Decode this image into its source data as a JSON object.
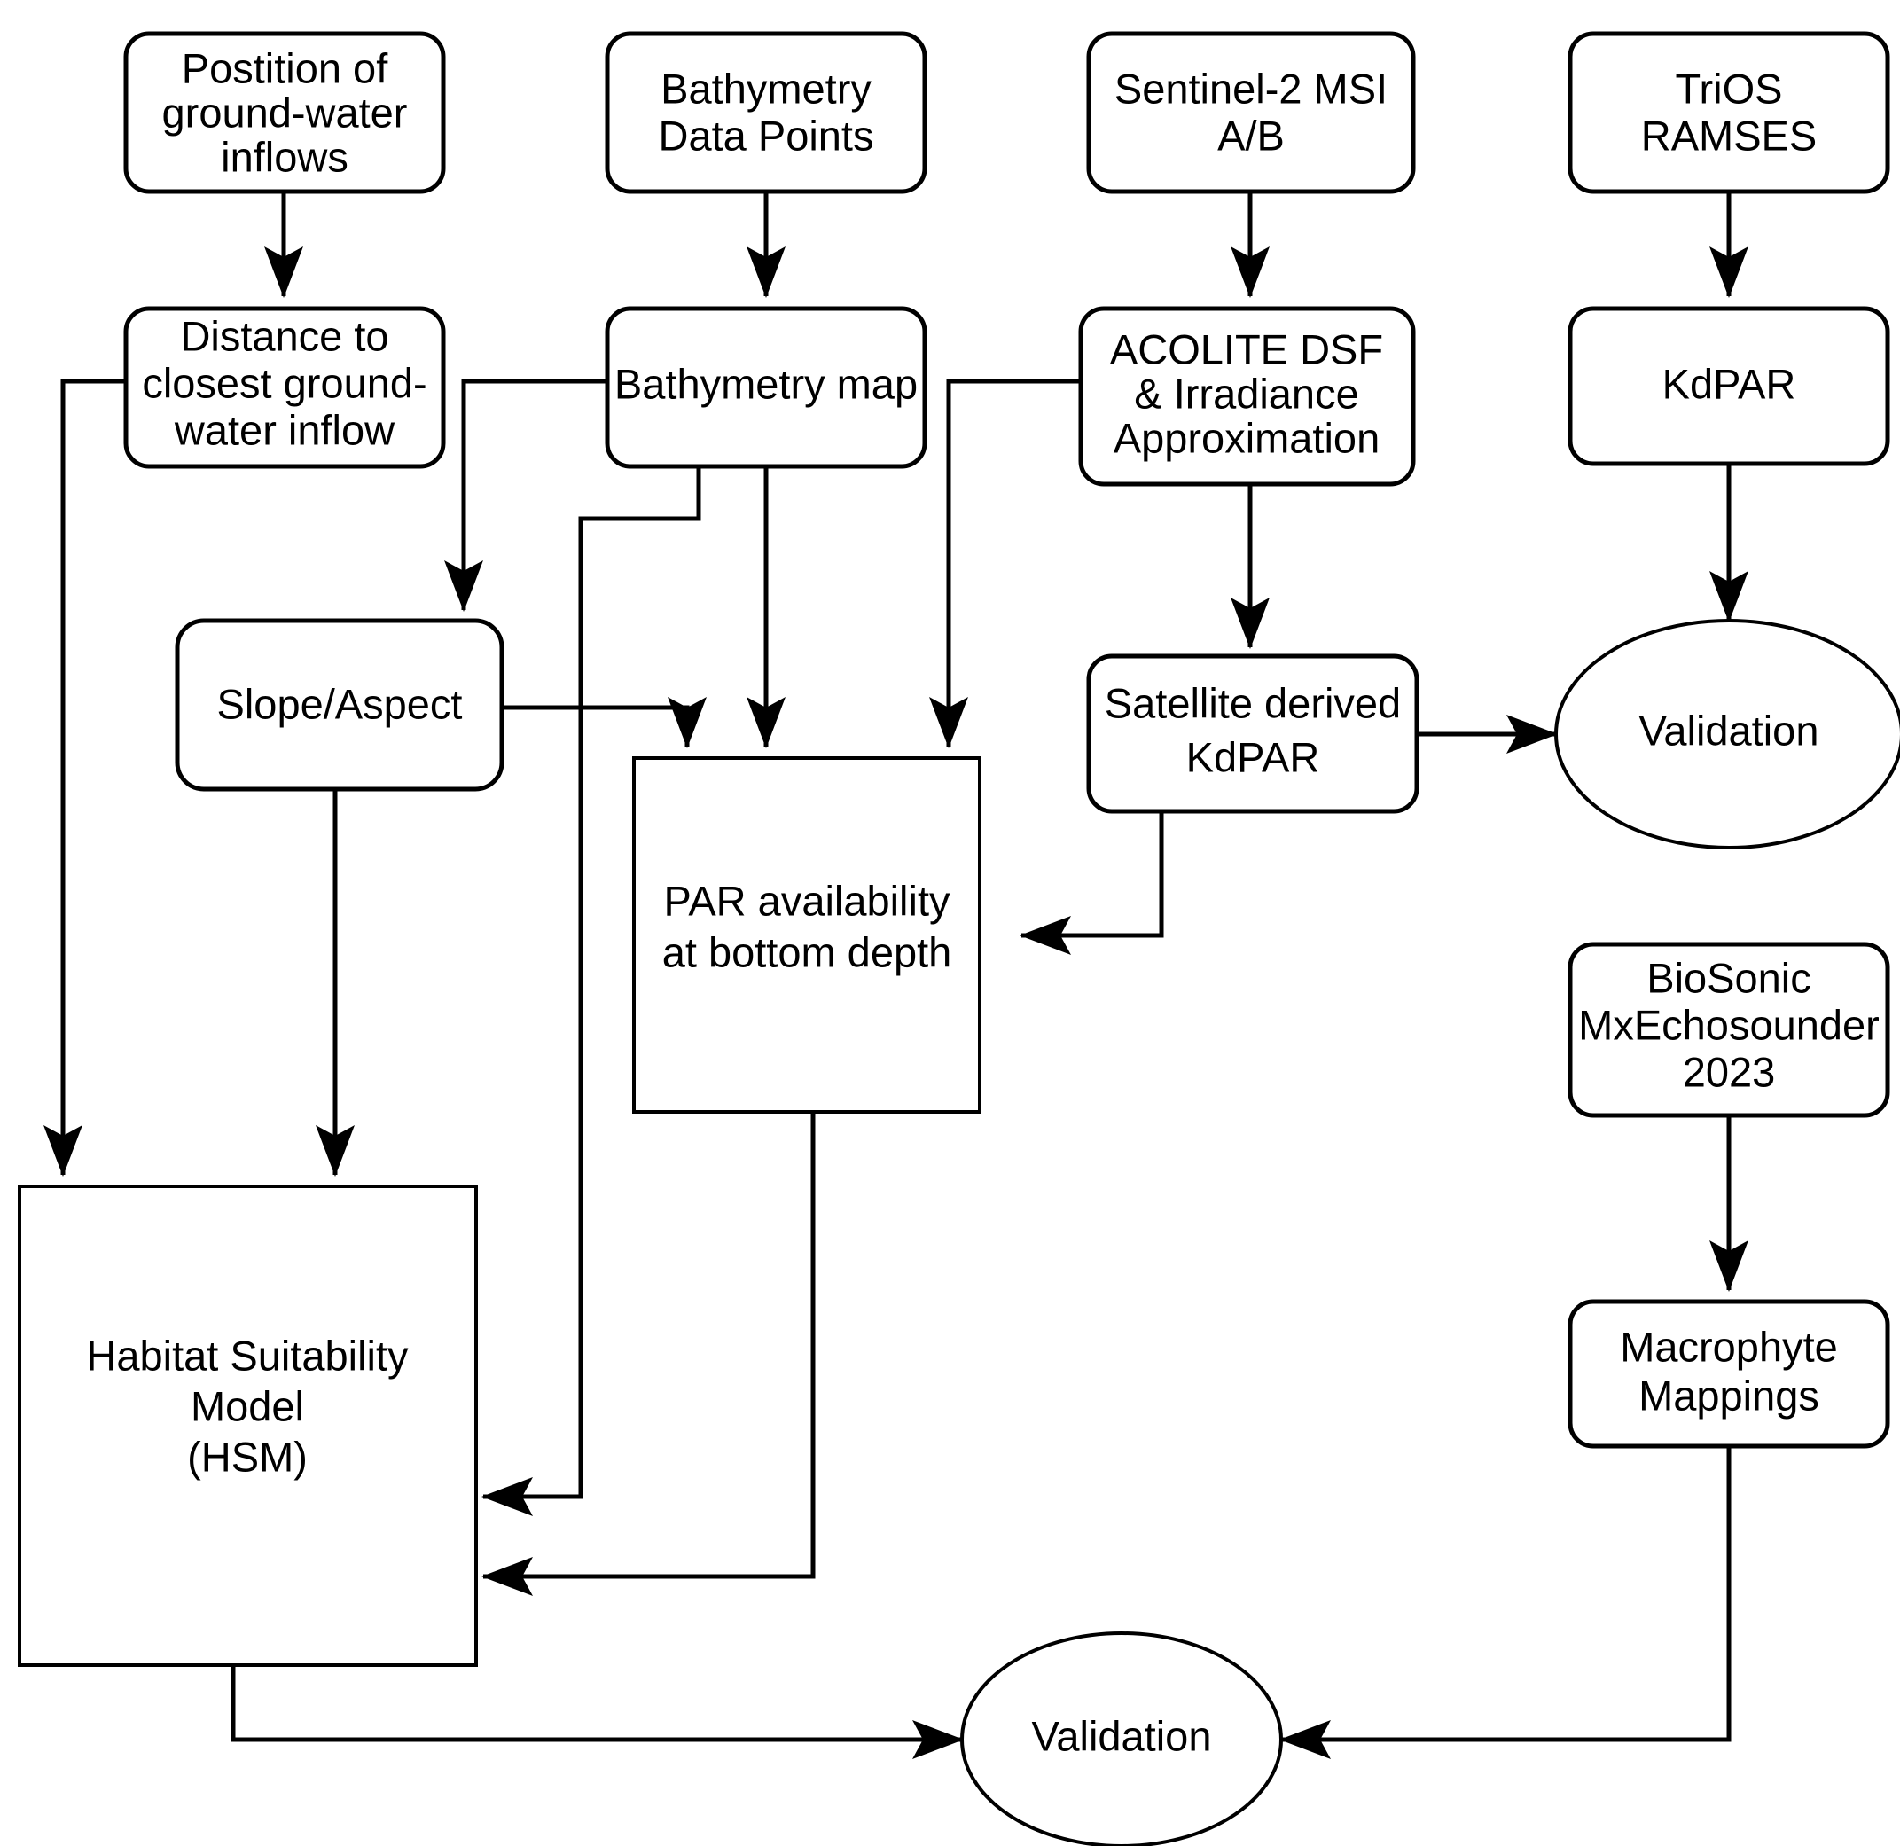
{
  "diagram": {
    "type": "flowchart",
    "title": "Macrophyte habitat suitability modelling workflow",
    "background_color": "#ffffff",
    "line_color": "#000000",
    "text_color": "#000000",
    "nodes": [
      {
        "id": "position-groundwater-inflows",
        "shape": "rounded-rect",
        "lines": [
          "Postition of",
          "ground-water",
          "inflows"
        ]
      },
      {
        "id": "bathymetry-data-points",
        "shape": "rounded-rect",
        "lines": [
          "Bathymetry",
          "Data Points"
        ]
      },
      {
        "id": "sentinel-2-msi",
        "shape": "rounded-rect",
        "lines": [
          "Sentinel-2 MSI",
          "A/B"
        ]
      },
      {
        "id": "trios-ramses",
        "shape": "rounded-rect",
        "lines": [
          "TriOS",
          "RAMSES"
        ]
      },
      {
        "id": "distance-closest-inflow",
        "shape": "rounded-rect",
        "lines": [
          "Distance to",
          "closest ground-",
          "water inflow"
        ]
      },
      {
        "id": "bathymetry-map",
        "shape": "rounded-rect",
        "lines": [
          "Bathymetry map"
        ]
      },
      {
        "id": "acolite-dsf",
        "shape": "rounded-rect",
        "lines": [
          "ACOLITE DSF",
          "& Irradiance",
          "Approximation"
        ]
      },
      {
        "id": "kdpar",
        "shape": "rounded-rect",
        "lines": [
          "KdPAR"
        ]
      },
      {
        "id": "slope-aspect",
        "shape": "rounded-rect",
        "lines": [
          "Slope/Aspect"
        ]
      },
      {
        "id": "par-availability",
        "shape": "rect",
        "lines": [
          "PAR availability",
          "at bottom depth"
        ]
      },
      {
        "id": "satellite-derived-kdpar",
        "shape": "rounded-rect",
        "lines": [
          "Satellite derived",
          "KdPAR"
        ]
      },
      {
        "id": "validation-top",
        "shape": "ellipse",
        "lines": [
          "Validation"
        ]
      },
      {
        "id": "biosonic-mxechosounder",
        "shape": "rounded-rect",
        "lines": [
          "BioSonic",
          "MxEchosounder",
          "2023"
        ]
      },
      {
        "id": "habitat-suitability-model",
        "shape": "rect",
        "lines": [
          "Habitat Suitability",
          "Model",
          "(HSM)"
        ]
      },
      {
        "id": "macrophyte-mappings",
        "shape": "rounded-rect",
        "lines": [
          "Macrophyte",
          "Mappings"
        ]
      },
      {
        "id": "validation-bottom",
        "shape": "ellipse",
        "lines": [
          "Validation"
        ]
      }
    ],
    "edges": [
      {
        "from": "position-groundwater-inflows",
        "to": "distance-closest-inflow",
        "arrow": true
      },
      {
        "from": "bathymetry-data-points",
        "to": "bathymetry-map",
        "arrow": true
      },
      {
        "from": "sentinel-2-msi",
        "to": "acolite-dsf",
        "arrow": true
      },
      {
        "from": "trios-ramses",
        "to": "kdpar",
        "arrow": true
      },
      {
        "from": "distance-closest-inflow",
        "to": "habitat-suitability-model",
        "arrow": true
      },
      {
        "from": "bathymetry-map",
        "to": "slope-aspect",
        "arrow": true
      },
      {
        "from": "bathymetry-map",
        "to": "par-availability",
        "arrow": true
      },
      {
        "from": "bathymetry-map",
        "to": "habitat-suitability-model",
        "arrow": true
      },
      {
        "from": "acolite-dsf",
        "to": "par-availability",
        "arrow": true
      },
      {
        "from": "acolite-dsf",
        "to": "satellite-derived-kdpar",
        "arrow": true
      },
      {
        "from": "kdpar",
        "to": "validation-top",
        "arrow": true
      },
      {
        "from": "slope-aspect",
        "to": "par-availability",
        "arrow": true
      },
      {
        "from": "slope-aspect",
        "to": "habitat-suitability-model",
        "arrow": true
      },
      {
        "from": "satellite-derived-kdpar",
        "to": "validation-top",
        "arrow": true
      },
      {
        "from": "satellite-derived-kdpar",
        "to": "par-availability",
        "arrow": true
      },
      {
        "from": "par-availability",
        "to": "habitat-suitability-model",
        "arrow": true
      },
      {
        "from": "biosonic-mxechosounder",
        "to": "macrophyte-mappings",
        "arrow": true
      },
      {
        "from": "habitat-suitability-model",
        "to": "validation-bottom",
        "arrow": true
      },
      {
        "from": "macrophyte-mappings",
        "to": "validation-bottom",
        "arrow": true
      }
    ]
  },
  "labels": {
    "position_groundwater_inflows_l1": "Postition of",
    "position_groundwater_inflows_l2": "ground-water",
    "position_groundwater_inflows_l3": "inflows",
    "bathymetry_data_points_l1": "Bathymetry",
    "bathymetry_data_points_l2": "Data Points",
    "sentinel_l1": "Sentinel-2 MSI",
    "sentinel_l2": "A/B",
    "trios_l1": "TriOS",
    "trios_l2": "RAMSES",
    "distance_l1": "Distance to",
    "distance_l2": "closest ground-",
    "distance_l3": "water inflow",
    "bathymetry_map_l1": "Bathymetry map",
    "acolite_l1": "ACOLITE DSF",
    "acolite_l2": "& Irradiance",
    "acolite_l3": "Approximation",
    "kdpar_l1": "KdPAR",
    "slope_aspect_l1": "Slope/Aspect",
    "par_l1": "PAR availability",
    "par_l2": "at bottom depth",
    "sat_kdpar_l1": "Satellite derived",
    "sat_kdpar_l2": "KdPAR",
    "validation_top_l1": "Validation",
    "biosonic_l1": "BioSonic",
    "biosonic_l2": "MxEchosounder",
    "biosonic_l3": "2023",
    "hsm_l1": "Habitat Suitability",
    "hsm_l2": "Model",
    "hsm_l3": "(HSM)",
    "macrophyte_l1": "Macrophyte",
    "macrophyte_l2": "Mappings",
    "validation_bottom_l1": "Validation"
  }
}
